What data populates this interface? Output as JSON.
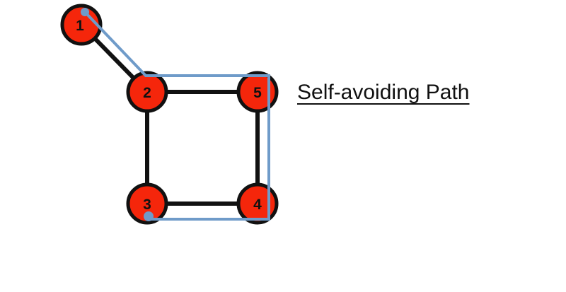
{
  "diagram": {
    "caption": "Self-avoiding Path",
    "nodes": [
      {
        "id": "1",
        "label": "1"
      },
      {
        "id": "2",
        "label": "2"
      },
      {
        "id": "3",
        "label": "3"
      },
      {
        "id": "4",
        "label": "4"
      },
      {
        "id": "5",
        "label": "5"
      }
    ],
    "edges": [
      [
        "1",
        "2"
      ],
      [
        "2",
        "5"
      ],
      [
        "2",
        "3"
      ],
      [
        "5",
        "4"
      ],
      [
        "3",
        "4"
      ]
    ],
    "path": [
      "1",
      "2",
      "5",
      "4",
      "3"
    ],
    "colors": {
      "node_fill": "#f5260b",
      "node_stroke": "#111111",
      "edge": "#111111",
      "path": "#6f9bc9"
    }
  }
}
